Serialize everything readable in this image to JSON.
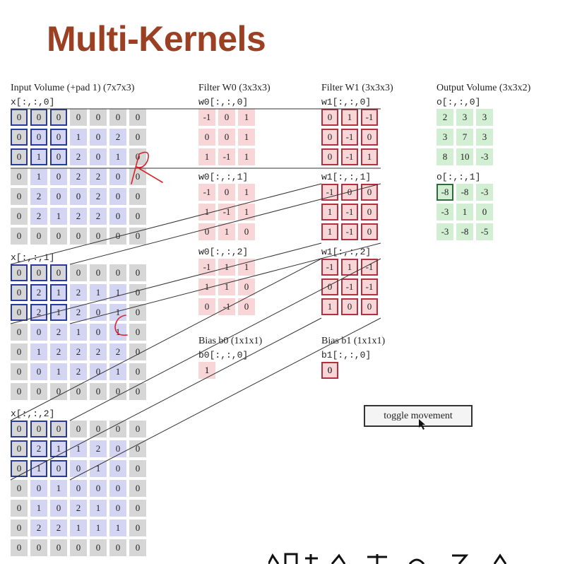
{
  "title": "Multi-Kernels",
  "input": {
    "caption": "Input Volume (+pad 1) (7x7x3)",
    "slices": [
      {
        "label": "x[:,:,0]",
        "rows": [
          [
            0,
            0,
            0,
            0,
            0,
            0,
            0
          ],
          [
            0,
            0,
            0,
            1,
            0,
            2,
            0
          ],
          [
            0,
            1,
            0,
            2,
            0,
            1,
            0
          ],
          [
            0,
            1,
            0,
            2,
            2,
            0,
            0
          ],
          [
            0,
            2,
            0,
            0,
            2,
            0,
            0
          ],
          [
            0,
            2,
            1,
            2,
            2,
            0,
            0
          ],
          [
            0,
            0,
            0,
            0,
            0,
            0,
            0
          ]
        ]
      },
      {
        "label": "x[:,:,1]",
        "rows": [
          [
            0,
            0,
            0,
            0,
            0,
            0,
            0
          ],
          [
            0,
            2,
            1,
            2,
            1,
            1,
            0
          ],
          [
            0,
            2,
            1,
            2,
            0,
            1,
            0
          ],
          [
            0,
            0,
            2,
            1,
            0,
            1,
            0
          ],
          [
            0,
            1,
            2,
            2,
            2,
            2,
            0
          ],
          [
            0,
            0,
            1,
            2,
            0,
            1,
            0
          ],
          [
            0,
            0,
            0,
            0,
            0,
            0,
            0
          ]
        ]
      },
      {
        "label": "x[:,:,2]",
        "rows": [
          [
            0,
            0,
            0,
            0,
            0,
            0,
            0
          ],
          [
            0,
            2,
            1,
            1,
            2,
            0,
            0
          ],
          [
            0,
            1,
            0,
            0,
            1,
            0,
            0
          ],
          [
            0,
            0,
            1,
            0,
            0,
            0,
            0
          ],
          [
            0,
            1,
            0,
            2,
            1,
            0,
            0
          ],
          [
            0,
            2,
            2,
            1,
            1,
            1,
            0
          ],
          [
            0,
            0,
            0,
            0,
            0,
            0,
            0
          ]
        ]
      }
    ]
  },
  "filter_w0": {
    "caption": "Filter W0 (3x3x3)",
    "slices": [
      {
        "label": "w0[:,:,0]",
        "rows": [
          [
            -1,
            0,
            1
          ],
          [
            0,
            0,
            1
          ],
          [
            1,
            -1,
            1
          ]
        ]
      },
      {
        "label": "w0[:,:,1]",
        "rows": [
          [
            -1,
            0,
            1
          ],
          [
            1,
            -1,
            1
          ],
          [
            0,
            1,
            0
          ]
        ]
      },
      {
        "label": "w0[:,:,2]",
        "rows": [
          [
            -1,
            1,
            1
          ],
          [
            1,
            1,
            0
          ],
          [
            0,
            -1,
            0
          ]
        ]
      }
    ],
    "bias_caption": "Bias b0 (1x1x1)",
    "bias_label": "b0[:,:,0]",
    "bias_value": "1"
  },
  "filter_w1": {
    "caption": "Filter W1 (3x3x3)",
    "slices": [
      {
        "label": "w1[:,:,0]",
        "rows": [
          [
            0,
            1,
            -1
          ],
          [
            0,
            -1,
            0
          ],
          [
            0,
            -1,
            1
          ]
        ]
      },
      {
        "label": "w1[:,:,1]",
        "rows": [
          [
            -1,
            0,
            0
          ],
          [
            1,
            -1,
            0
          ],
          [
            1,
            -1,
            0
          ]
        ]
      },
      {
        "label": "w1[:,:,2]",
        "rows": [
          [
            -1,
            1,
            -1
          ],
          [
            0,
            -1,
            -1
          ],
          [
            1,
            0,
            0
          ]
        ]
      }
    ],
    "bias_caption": "Bias b1 (1x1x1)",
    "bias_label": "b1[:,:,0]",
    "bias_value": "0"
  },
  "output": {
    "caption": "Output Volume (3x3x2)",
    "slices": [
      {
        "label": "o[:,:,0]",
        "rows": [
          [
            2,
            3,
            3
          ],
          [
            3,
            7,
            3
          ],
          [
            8,
            10,
            -3
          ]
        ]
      },
      {
        "label": "o[:,:,1]",
        "rows": [
          [
            -8,
            -8,
            -3
          ],
          [
            -3,
            1,
            0
          ],
          [
            -3,
            -8,
            -5
          ]
        ]
      }
    ]
  },
  "toggle_label": "toggle movement",
  "annotations": {
    "mark_r": "R",
    "mark_c": "C"
  },
  "colors": {
    "title": "#9b4023",
    "pad": "#d6d6d6",
    "input": "#d4d5f3",
    "highlight": "#283a9e",
    "filter": "#f8d6d8",
    "filter_border": "#b3303f",
    "output": "#d3efd3",
    "annotation": "#d8232a"
  }
}
